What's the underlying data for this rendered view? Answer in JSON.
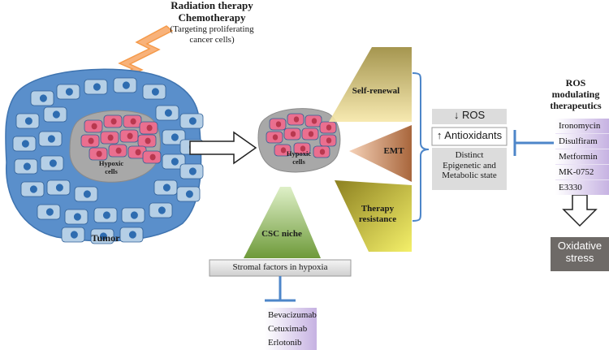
{
  "therapy": {
    "line1": "Radiation therapy",
    "line2": "Chemotherapy",
    "note1": "(Targeting proliferating",
    "note2": "cancer cells)"
  },
  "tumor": {
    "label": "Tumor",
    "hypoxic_line1": "Hypoxic",
    "hypoxic_line2": "cells"
  },
  "niche": {
    "hypoxic_line1": "Hypoxic",
    "hypoxic_line2": "cells",
    "self_renewal": "Self-renewal",
    "emt": "EMT",
    "therapy_resistance_line1": "Therapy",
    "therapy_resistance_line2": "resistance",
    "csc_niche": "CSC niche",
    "stromal_factors": "Stromal factors in hypoxia"
  },
  "features": {
    "ros": "↓ ROS",
    "antioxidants": "↑ Antioxidants",
    "distinct_line1": "Distinct",
    "distinct_line2": "Epigenetic and",
    "distinct_line3": "Metabolic state"
  },
  "ros_therapeutics": {
    "title_line1": "ROS",
    "title_line2": "modulating",
    "title_line3": "therapeutics",
    "drugs": [
      "Ironomycin",
      "Disulfiram",
      "Metformin",
      "MK-0752",
      "E3330"
    ],
    "outcome_line1": "Oxidative",
    "outcome_line2": "stress"
  },
  "stromal_drugs": [
    "Bevacizumab",
    "Cetuximab",
    "Erlotonib"
  ],
  "colors": {
    "tumor_outer": "#5a8fcb",
    "tumor_cell": "#b5cfe6",
    "nucleus": "#2e6cb0",
    "hypoxic_core": "#a8a8a8",
    "pink_cell": "#ea6f8f",
    "bolt": "#f8b27a",
    "bracket": "#5a8fd6",
    "drug_bg": "#c8b6e4",
    "feature_bg": "#dcdcdc",
    "outcome_bg": "#6e6a67"
  },
  "icons": [
    "lightning-bolt-icon",
    "hollow-right-arrow-icon",
    "hollow-down-arrow-icon",
    "inhibition-bar-icon",
    "bracket-icon"
  ]
}
